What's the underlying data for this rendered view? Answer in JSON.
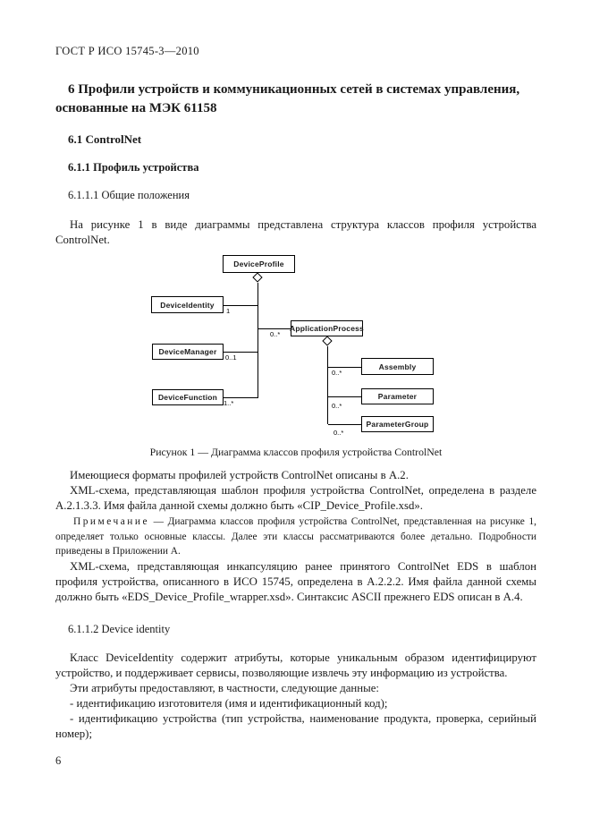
{
  "document": {
    "running_header": "ГОСТ Р ИСО 15745-3—2010",
    "page_number": "6"
  },
  "sections": {
    "h1": "6  Профили устройств и коммуникационных сетей в системах управления, основанные на МЭК 61158",
    "h2": "6.1 ControlNet",
    "h3": "6.1.1 Профиль устройства",
    "h4_general": "6.1.1.1 Общие положения",
    "h4_identity": "6.1.1.2 Device identity"
  },
  "paragraphs": {
    "intro": "На рисунке 1 в виде диаграммы представлена структура классов профиля устройства ControlNet.",
    "formats": "Имеющиеся форматы профилей устройств ControlNet описаны в А.2.",
    "xml_template": "XML-схема, представляющая шаблон профиля устройства ControlNet, определена в разделе А.2.1.3.3. Имя файла данной схемы должно быть «CIP_Device_Profile.xsd».",
    "note_label": "Примечание",
    "note_body": " — Диаграмма классов профиля устройства ControlNet, представленная на рисунке 1, определяет только основные классы. Далее эти классы рассматриваются более детально. Подробности приведены в Приложении А.",
    "xml_eds": "XML-схема, представляющая инкапсуляцию ранее принятого ControlNet EDS в шаблон профиля устройства, описанного в ИСО 15745, определена в А.2.2.2. Имя файла данной схемы должно быть «EDS_Device_Profile_wrapper.xsd». Синтаксис ASCII прежнего EDS описан в А.4.",
    "identity_p1": "Класс DeviceIdentity содержит атрибуты, которые уникальным образом идентифицируют устройство, и поддерживает сервисы, позволяющие извлечь эту информацию из устройства.",
    "identity_p2": "Эти атрибуты предоставляют, в частности, следующие данные:",
    "list": [
      "- идентификацию изготовителя (имя и идентификационный код);",
      "- идентификацию устройства (тип устройства, наименование продукта, проверка, серийный номер);"
    ]
  },
  "figure": {
    "caption": "Рисунок 1 — Диаграмма классов профиля устройства ControlNet",
    "diagram": {
      "boxes": [
        {
          "label": "DeviceProfile"
        },
        {
          "label": "DeviceIdentity"
        },
        {
          "label": "DeviceManager"
        },
        {
          "label": "DeviceFunction"
        },
        {
          "label": "ApplicationProcess"
        },
        {
          "label": "Assembly"
        },
        {
          "label": "Parameter"
        },
        {
          "label": "ParameterGroup"
        }
      ],
      "multiplicities": {
        "device_identity": "1",
        "application_process": "0..*",
        "device_manager": "0..1",
        "device_function": "1..*",
        "assembly": "0..*",
        "parameter": "0..*",
        "parameter_group": "0..*"
      }
    }
  }
}
